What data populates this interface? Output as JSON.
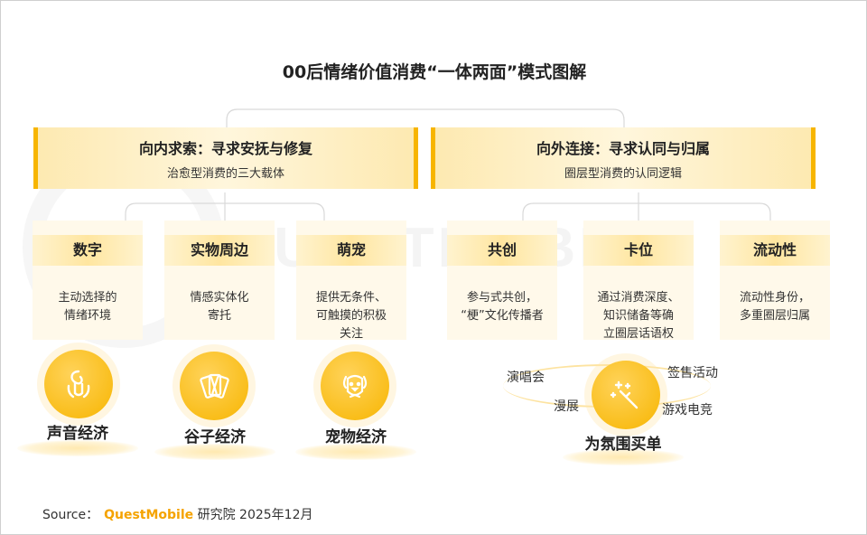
{
  "title": "00后情绪价值消费“一体两面”模式图解",
  "watermark": "QUESTMOBILE",
  "left": {
    "heading": "向内求索：寻求安抚与修复",
    "subheading": "治愈型消费的三大载体",
    "cards": [
      {
        "title": "数字",
        "desc": [
          "主动选择的",
          "情绪环境"
        ]
      },
      {
        "title": "实物周边",
        "desc": [
          "情感实体化",
          "寄托"
        ]
      },
      {
        "title": "萌宠",
        "desc": [
          "提供无条件、",
          "可触摸的积极",
          "关注"
        ]
      }
    ],
    "economies": [
      {
        "label": "声音经济",
        "icon": "sound-icon"
      },
      {
        "label": "谷子经济",
        "icon": "cards-icon"
      },
      {
        "label": "宠物经济",
        "icon": "dog-icon"
      }
    ]
  },
  "right": {
    "heading": "向外连接：寻求认同与归属",
    "subheading": "圈层型消费的认同逻辑",
    "cards": [
      {
        "title": "共创",
        "desc": [
          "参与式共创，",
          "“梗”文化传播者"
        ]
      },
      {
        "title": "卡位",
        "desc": [
          "通过消费深度、",
          "知识储备等确",
          "立圈层话语权"
        ]
      },
      {
        "title": "流动性",
        "desc": [
          "流动性身份，",
          "多重圈层归属"
        ]
      }
    ],
    "atmosphere": {
      "label": "为氛围买单",
      "icon": "magic-wand-icon",
      "tags": [
        "演唱会",
        "签售活动",
        "漫展",
        "游戏电竞"
      ]
    }
  },
  "source": {
    "prefix": "Source：",
    "brand": "QuestMobile",
    "suffix": " 研究院 2025年12月"
  },
  "colors": {
    "accent": "#f7b500",
    "band": "#fde9b0",
    "card": "#fff9ea",
    "brand": "#f5a300"
  }
}
